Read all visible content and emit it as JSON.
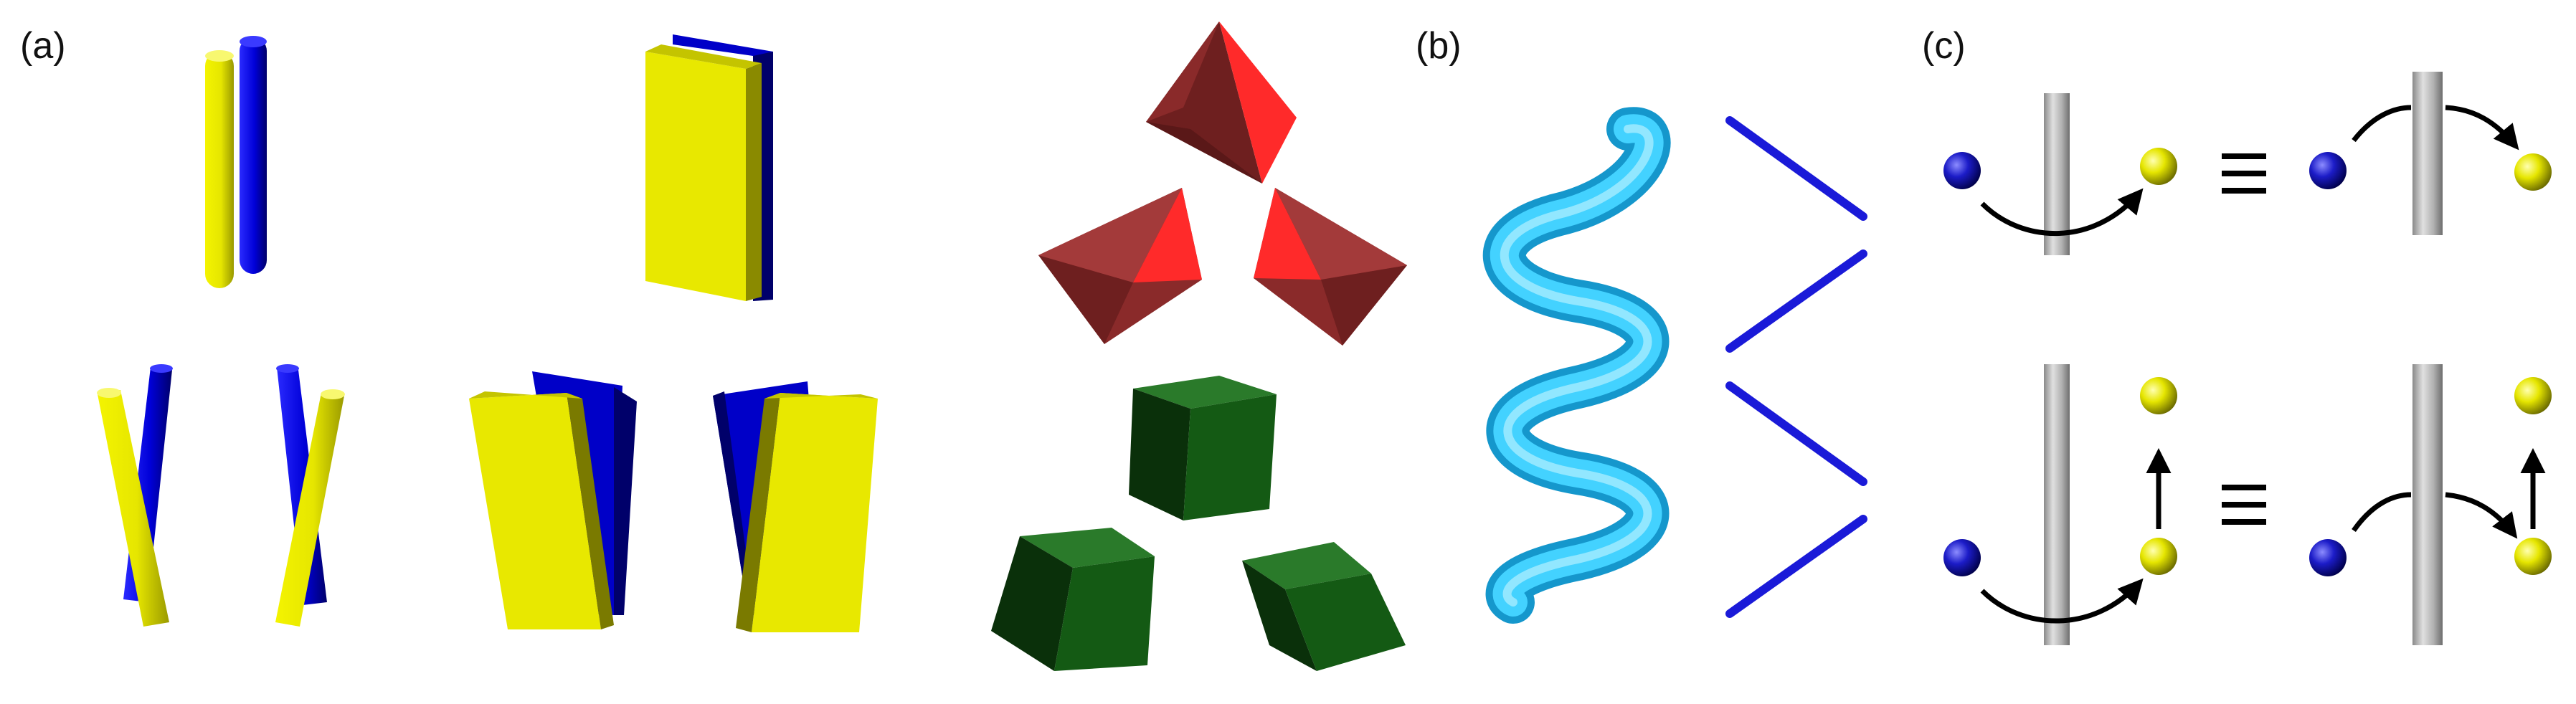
{
  "panels": {
    "a": {
      "label": "(a)"
    },
    "b": {
      "label": "(b)"
    },
    "c": {
      "label": "(c)",
      "equivalence_symbol": "≡"
    }
  },
  "colors": {
    "yellow": "#e8e800",
    "yellow_shade": "#7a7a00",
    "blue": "#0000e0",
    "blue_shade": "#00007a",
    "red": "#ff2a2a",
    "red_dark": "#6e1f1f",
    "green": "#145a14",
    "green_dark": "#0a300a",
    "helix": "#2ec6f2",
    "stick_blue": "#1a1ad8",
    "bead_blue": "#1c1cc8",
    "bead_yellow": "#e6e600",
    "pole_gray": "#b8b8b8",
    "arrow": "#000000"
  }
}
